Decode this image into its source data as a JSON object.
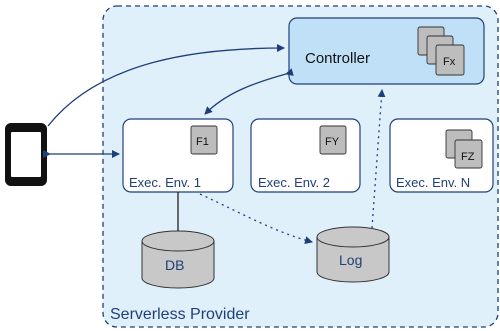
{
  "provider": {
    "label": "Serverless Provider"
  },
  "controller": {
    "label": "Controller",
    "function_label": "Fx"
  },
  "environments": [
    {
      "label": "Exec. Env. 1",
      "function_label": "F1"
    },
    {
      "label": "Exec. Env. 2",
      "function_label": "FY"
    },
    {
      "label": "Exec. Env. N",
      "function_label": "FZ"
    }
  ],
  "storage": {
    "db_label": "DB",
    "log_label": "Log"
  },
  "colors": {
    "provider_fill": "#dff0fb",
    "controller_fill": "#bfe0f7",
    "box_stroke": "#1f3f7a",
    "arrow": "#1f3f7a",
    "cylinder_fill": "#c8c8c8",
    "function_fill": "#bdbdbd"
  }
}
